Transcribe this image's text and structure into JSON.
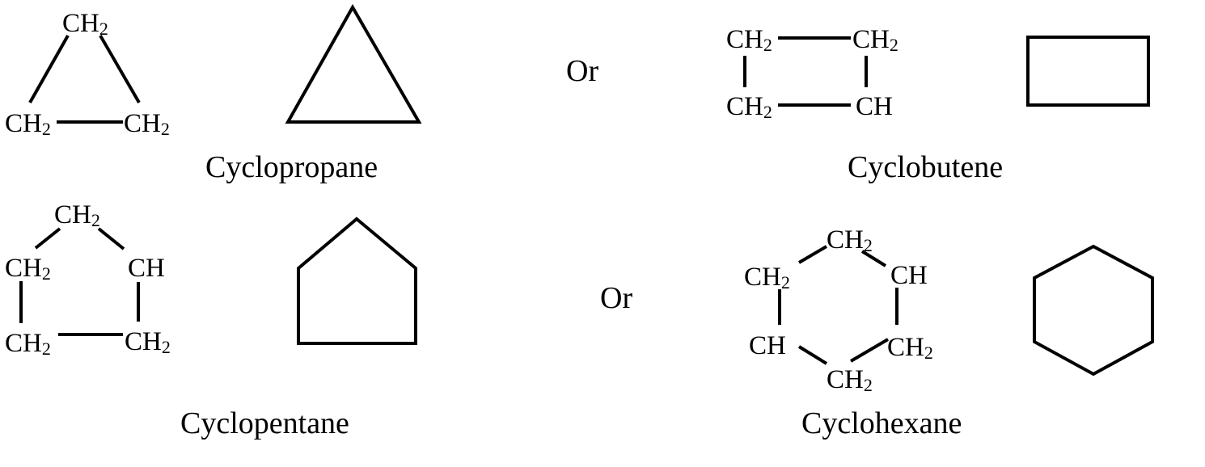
{
  "diagram": {
    "connector_label": "Or",
    "molecules": [
      {
        "name": "Cyclopropane",
        "groups": [
          {
            "main": "CH",
            "sub": "2"
          },
          {
            "main": "CH",
            "sub": "2"
          },
          {
            "main": "CH",
            "sub": "2"
          }
        ],
        "skeletal_shape": "triangle"
      },
      {
        "name": "Cyclobutene",
        "groups": [
          {
            "main": "CH",
            "sub": "2"
          },
          {
            "main": "CH",
            "sub": "2"
          },
          {
            "main": "CH",
            "sub": "2"
          },
          {
            "main": "CH",
            "sub": ""
          }
        ],
        "skeletal_shape": "rectangle"
      },
      {
        "name": "Cyclopentane",
        "groups": [
          {
            "main": "CH",
            "sub": "2"
          },
          {
            "main": "CH",
            "sub": "2"
          },
          {
            "main": "CH",
            "sub": ""
          },
          {
            "main": "CH",
            "sub": "2"
          },
          {
            "main": "CH",
            "sub": "2"
          }
        ],
        "skeletal_shape": "pentagon"
      },
      {
        "name": "Cyclohexane",
        "groups": [
          {
            "main": "CH",
            "sub": "2"
          },
          {
            "main": "CH",
            "sub": "2"
          },
          {
            "main": "CH",
            "sub": ""
          },
          {
            "main": "CH",
            "sub": ""
          },
          {
            "main": "CH",
            "sub": "2"
          },
          {
            "main": "CH",
            "sub": "2"
          }
        ],
        "skeletal_shape": "hexagon"
      }
    ]
  }
}
